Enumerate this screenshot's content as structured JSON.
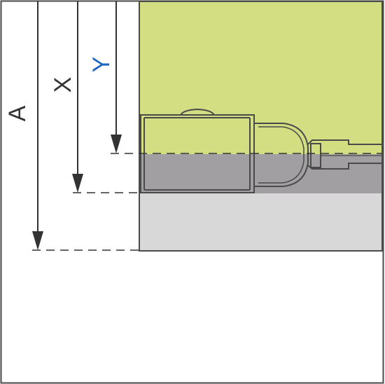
{
  "diagram": {
    "dimensions": [
      {
        "id": "A",
        "label": "A"
      },
      {
        "id": "X",
        "label": "X"
      },
      {
        "id": "Y",
        "label": "Y"
      }
    ]
  },
  "colors": {
    "frame": "#4a4a4a",
    "green_zone": "#d3de82",
    "dark_band": "#a19fa1",
    "light_band": "#d8d8d8",
    "label_default": "#333333",
    "label_accent": "#1a66c0",
    "line": "#333333"
  }
}
